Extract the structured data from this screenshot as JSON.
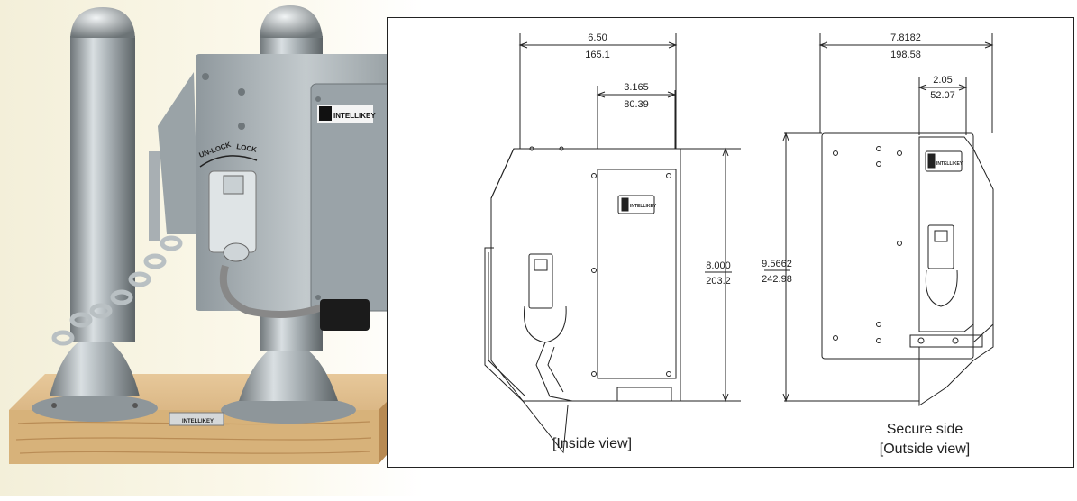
{
  "photo": {
    "unlock_label": "UN-LOCK",
    "lock_label": "LOCK",
    "brand": "INTELLIKEY",
    "plate_brand": "INTELLIKEY"
  },
  "drawing": {
    "inside": {
      "width_in": "6.50",
      "width_mm": "165.1",
      "half_in": "3.165",
      "half_mm": "80.39",
      "height_in": "8.000",
      "height_mm": "203.2",
      "brand": "INTELLIKEY",
      "caption": "[Inside view]"
    },
    "outside": {
      "width_in": "7.8182",
      "width_mm": "198.58",
      "narrow_in": "2.05",
      "narrow_mm": "52.07",
      "height_in": "9.5662",
      "height_mm": "242.98",
      "brand": "INTELLIKEY",
      "caption_line1": "Secure side",
      "caption_line2": "[Outside view]"
    }
  }
}
